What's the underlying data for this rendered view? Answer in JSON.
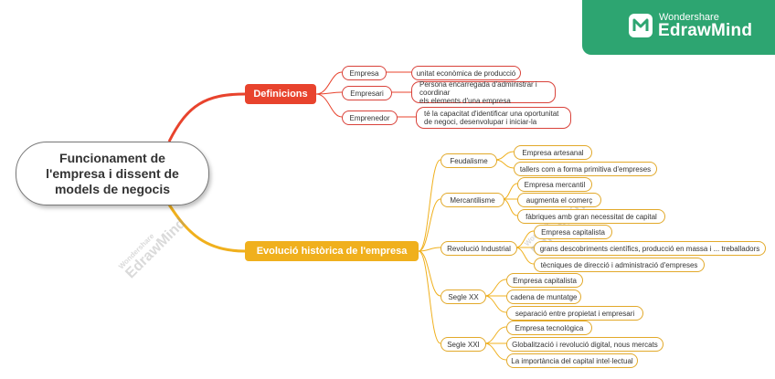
{
  "brand": {
    "top": "Wondershare",
    "main": "EdrawMind",
    "logo_icon": "edrawmind-logo-icon",
    "color": "#2da571"
  },
  "watermark": {
    "top": "Wondershare",
    "main": "EdrawMind"
  },
  "colors": {
    "red": "#e8432d",
    "orange": "#f0b01d"
  },
  "central": {
    "title": "Funcionament de\nl'empresa i dissent de\nmodels de negocis"
  },
  "branches": [
    {
      "title": "Definicions",
      "children": [
        {
          "label": "Empresa",
          "details": [
            "unitat econòmica de producció"
          ]
        },
        {
          "label": "Empresari",
          "details": [
            "Persona encarregada d'administrar i coordinar\nels elements d'una empresa"
          ]
        },
        {
          "label": "Emprenedor",
          "details": [
            "té la capacitat d'identificar una oportunitat\nde negoci, desenvolupar i iniciar-la"
          ]
        }
      ]
    },
    {
      "title": "Evolució històrica de l'empresa",
      "children": [
        {
          "label": "Feudalisme",
          "details": [
            "Empresa artesanal",
            "tallers com a forma primitiva d'empreses"
          ]
        },
        {
          "label": "Mercantilisme",
          "details": [
            "Empresa mercantil",
            "augmenta el comerç",
            "fàbriques amb gran necessitat de capital"
          ]
        },
        {
          "label": "Revolució Industrial",
          "details": [
            "Empresa capitalista",
            "grans descobriments científics, producció en massa i ... treballadors",
            "tècniques de direcció i administració d'empreses"
          ]
        },
        {
          "label": "Segle XX",
          "details": [
            "Empresa capitalista",
            "cadena de muntatge",
            "separació entre propietat i empresari"
          ]
        },
        {
          "label": "Segle XXI",
          "details": [
            "Empresa tecnològica",
            "Globalització i revolució digital, nous mercats",
            "La importància del capital intel·lectual"
          ]
        }
      ]
    }
  ]
}
